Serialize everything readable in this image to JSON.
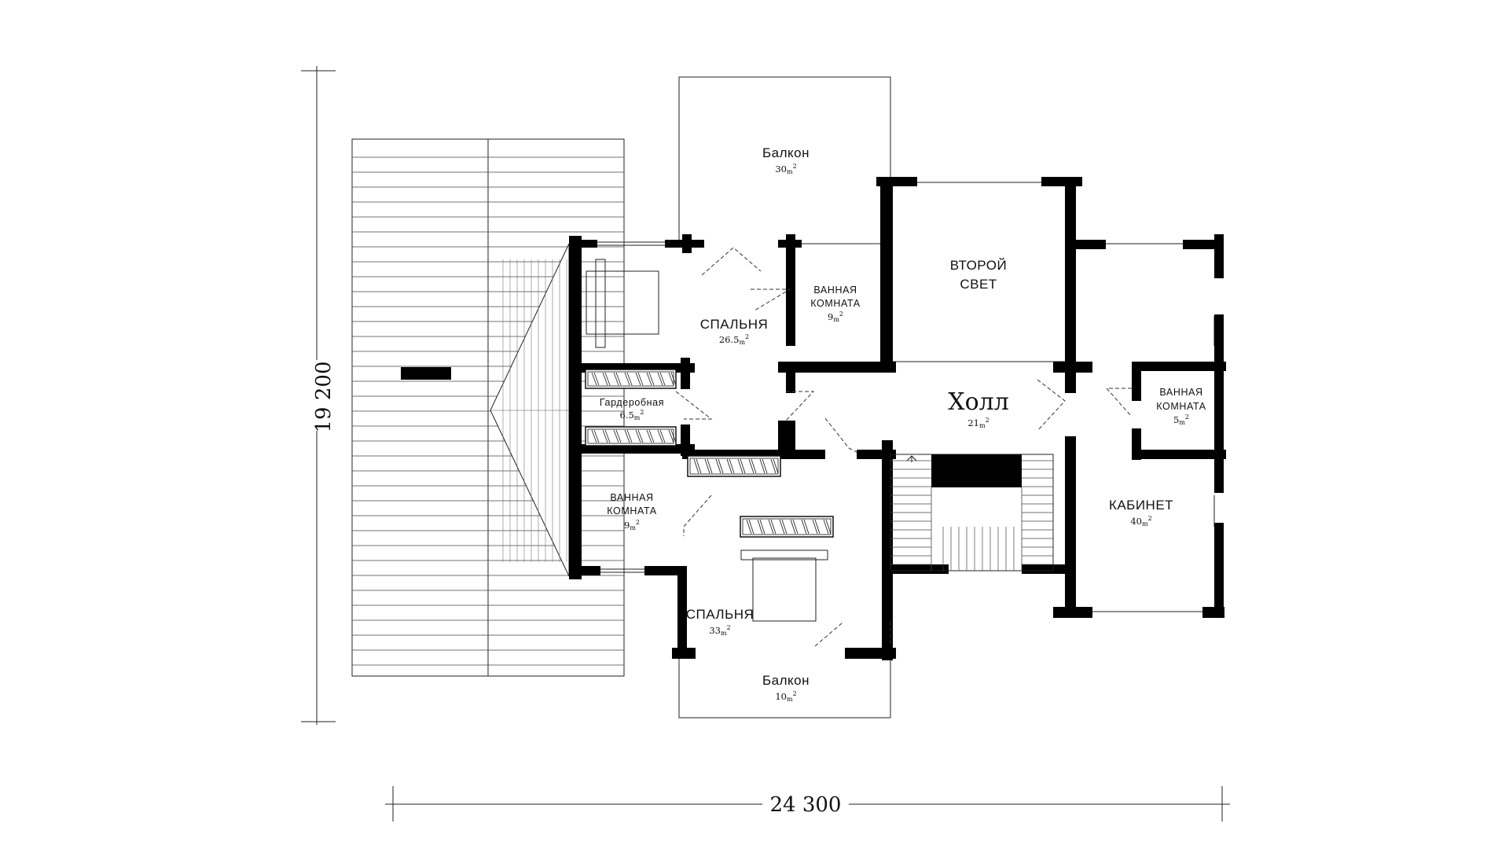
{
  "dimensions": {
    "width_label": "24 300",
    "height_label": "19 200"
  },
  "rooms": {
    "balcony_top": {
      "name": "Балкон",
      "area": "30",
      "unit": "m",
      "sup": "2"
    },
    "bath_top": {
      "name1": "ВАННАЯ",
      "name2": "КОМНАТА",
      "area": "9",
      "unit": "m",
      "sup": "2"
    },
    "second_light": {
      "name1": "ВТОРОЙ",
      "name2": "СВЕТ"
    },
    "bedroom_top": {
      "name": "СПАЛЬНЯ",
      "area": "26.5",
      "unit": "m",
      "sup": "2"
    },
    "wardrobe": {
      "name": "Гардеробная",
      "area": "6.5",
      "unit": "m",
      "sup": "2"
    },
    "hall": {
      "name": "Холл",
      "area": "21",
      "unit": "m",
      "sup": "2"
    },
    "bath_right": {
      "name1": "ВАННАЯ",
      "name2": "КОМНАТА",
      "area": "5",
      "unit": "m",
      "sup": "2"
    },
    "bath_left": {
      "name1": "ВАННАЯ",
      "name2": "КОМНАТА",
      "area": "9",
      "unit": "m",
      "sup": "2"
    },
    "office": {
      "name": "КАБИНЕТ",
      "area": "40",
      "unit": "m",
      "sup": "2"
    },
    "bedroom_bottom": {
      "name": "СПАЛЬНЯ",
      "area": "33",
      "unit": "m",
      "sup": "2"
    },
    "balcony_bottom": {
      "name": "Балкон",
      "area": "10",
      "unit": "m",
      "sup": "2"
    }
  },
  "colors": {
    "wall": "#000000",
    "line": "#222222",
    "background": "#ffffff"
  }
}
